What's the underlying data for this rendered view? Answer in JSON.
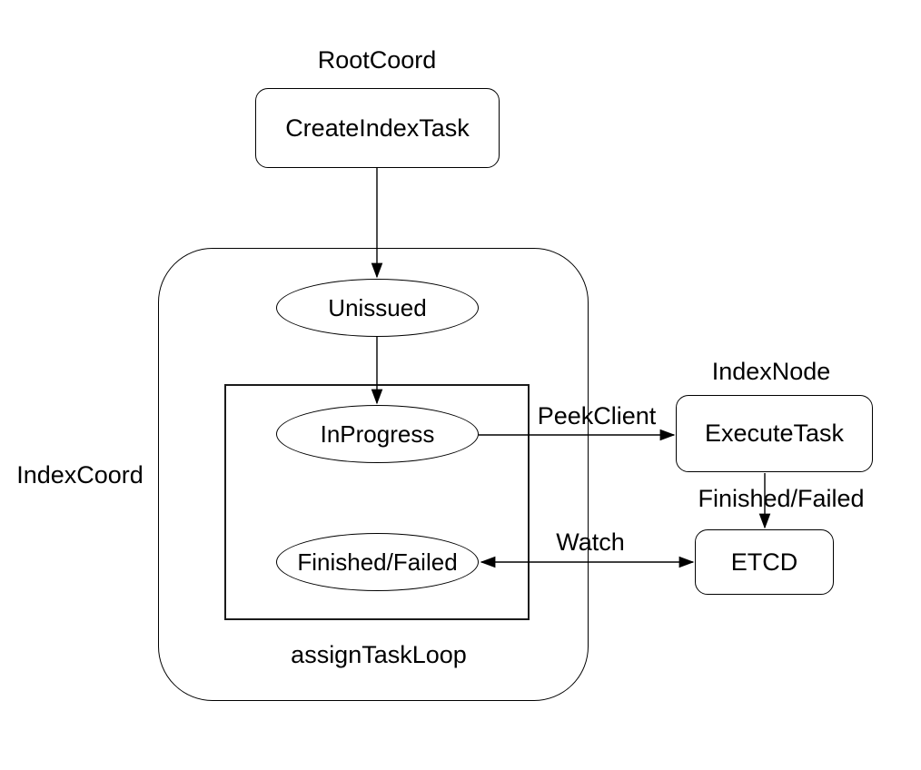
{
  "diagram": {
    "colors": {
      "background": "#ffffff",
      "stroke": "#000000",
      "text": "#000000"
    },
    "group_labels": {
      "root_coord": "RootCoord",
      "index_coord": "IndexCoord",
      "index_node": "IndexNode",
      "assign_task_loop": "assignTaskLoop"
    },
    "nodes": {
      "create_index_task": "CreateIndexTask",
      "unissued": "Unissued",
      "in_progress": "InProgress",
      "finished_failed": "Finished/Failed",
      "execute_task": "ExecuteTask",
      "etcd": "ETCD"
    },
    "edge_labels": {
      "peek_client": "PeekClient",
      "finished_failed": "Finished/Failed",
      "watch": "Watch"
    }
  }
}
